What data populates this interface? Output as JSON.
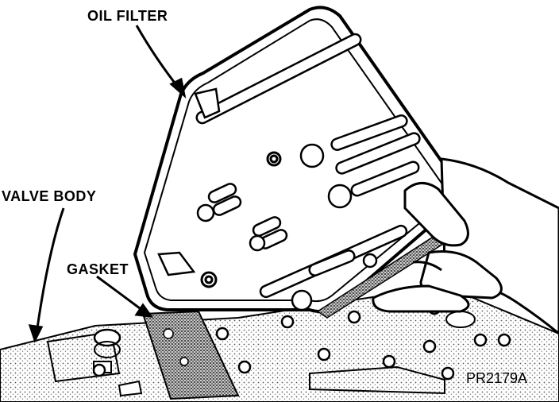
{
  "labels": {
    "oil_filter": "OIL FILTER",
    "valve_body": "VALVE BODY",
    "gasket": "GASKET",
    "figure_id": "PR2179A"
  },
  "colors": {
    "ink": "#000000",
    "paper": "#ffffff",
    "stipple": "#7a7a7a"
  }
}
